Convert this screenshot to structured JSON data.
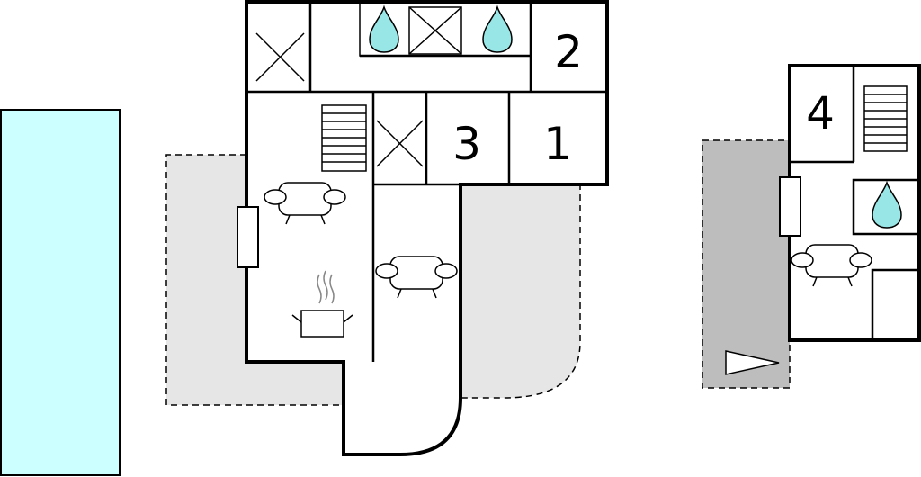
{
  "rooms": {
    "room_1": "1",
    "room_2": "2",
    "room_3": "3",
    "room_4": "4"
  },
  "colors": {
    "pool": "#ccffff",
    "water": "#99e6e6",
    "terrace": "#e6e6e6",
    "terrace_dark": "#bdbdbd"
  },
  "icons": [
    "bedroom-number",
    "bathroom-drop-icon",
    "wc-cross-icon",
    "stairs-icon",
    "sofa-icon",
    "stove-pot-icon",
    "window-icon",
    "pool",
    "terrace"
  ]
}
